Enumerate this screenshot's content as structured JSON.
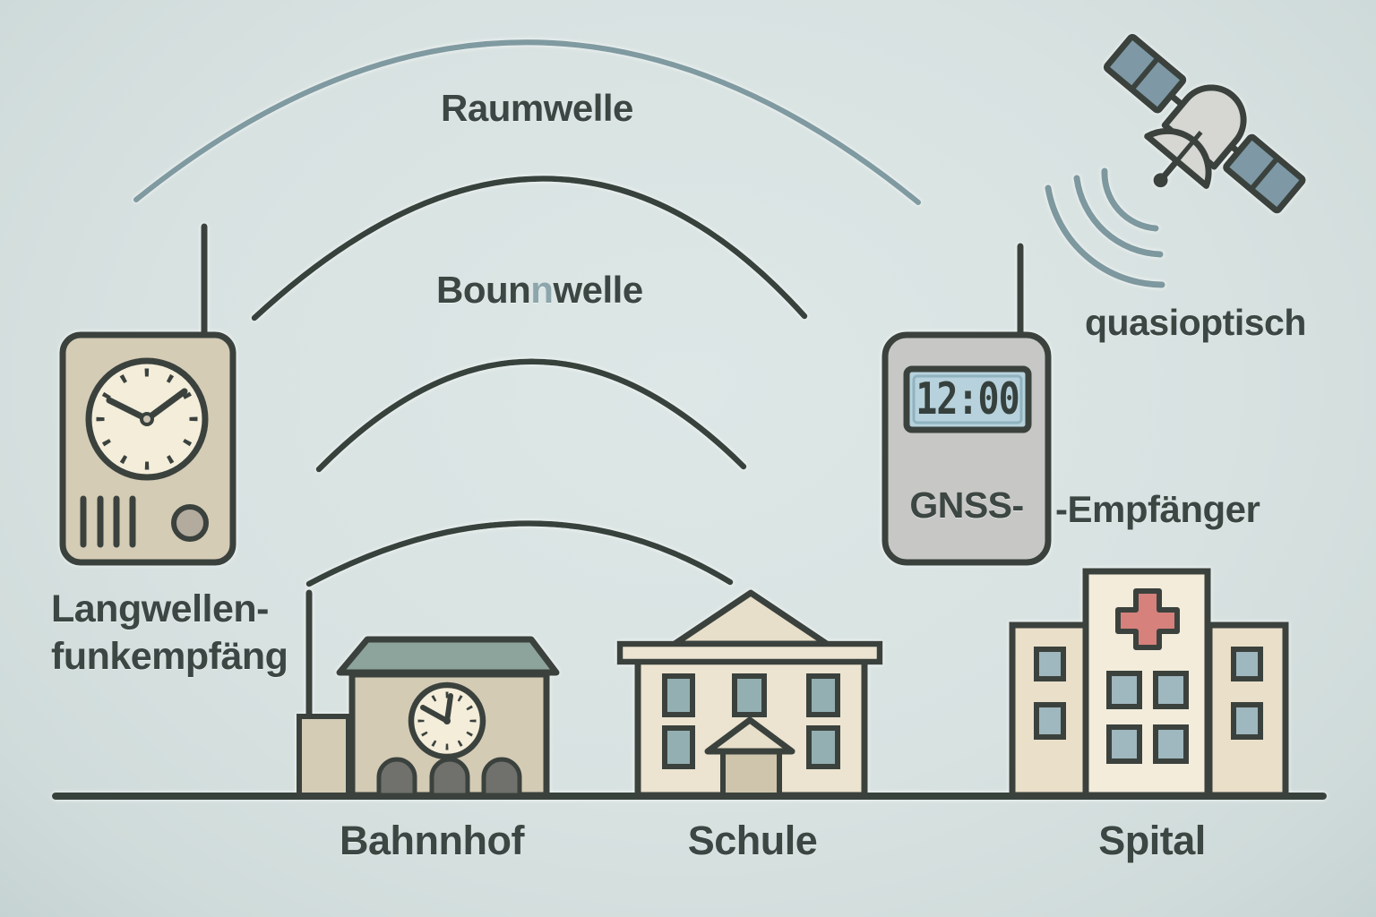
{
  "scene": {
    "sky_wave_label": "Raumwelle",
    "ground_wave": {
      "part_start": "Boun",
      "part_faded": "n",
      "part_end": "welle"
    },
    "longwave_receiver_label": {
      "line1": "Langwellen-",
      "line2": "funkempfäng"
    },
    "gnss": {
      "device_label": "GNSS-",
      "suffix_label": "-Empfänger",
      "lcd_time": "12:00"
    },
    "satellite": {
      "path_label": "quasioptisch"
    },
    "buildings": {
      "station_label": "Bahnnhof",
      "school_label": "Schule",
      "hospital_label": "Spital"
    },
    "colors": {
      "background": "#d9e3e2",
      "outline": "#3a423e",
      "text": "#3c4642",
      "sky_wave_arc": "#7f9aa0",
      "ground_wave_arc": "#39423e",
      "satellite_wave_arc": "#7d989e",
      "device_beige": "#d5ccb6",
      "clock_face": "#f3edda",
      "roof_green": "#8ca49c",
      "window_teal": "#93afb1",
      "gnss_gray": "#c7c8c5",
      "lcd_blue": "#b7d2dc",
      "hospital_cream": "#f2ebda",
      "cross_red": "#d6817c",
      "solar_panel": "#7e99a5",
      "faded_letter": "#8ca6ab"
    }
  }
}
